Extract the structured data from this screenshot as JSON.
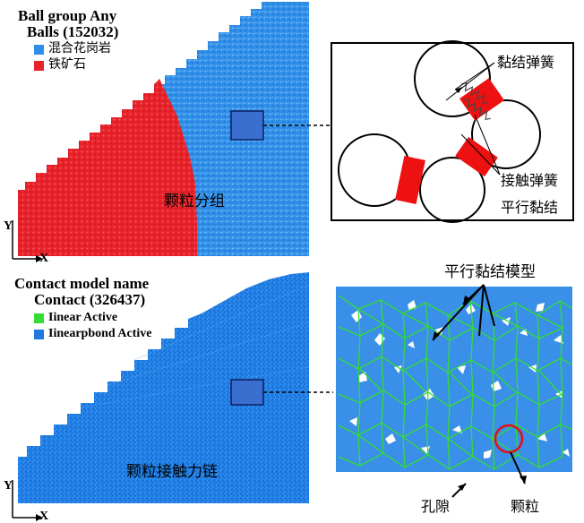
{
  "top_panel": {
    "title_line1": "Ball group Any",
    "title_line2": "Balls (152032)",
    "legend": [
      {
        "label": "混合花岗岩",
        "color": "#2f8fe8"
      },
      {
        "label": "铁矿石",
        "color": "#e8222a"
      }
    ],
    "center_label": "颗粒分组",
    "axis_y": "Y",
    "axis_x": "X"
  },
  "top_inset": {
    "labels": {
      "bond_spring": "黏结弹簧",
      "contact_spring": "接触弹簧",
      "parallel_bond": "平行黏结"
    }
  },
  "bottom_panel": {
    "title_line1": "Contact model name",
    "title_line2": "Contact (326437)",
    "legend": [
      {
        "label": "Iinear Active",
        "color": "#33dd33"
      },
      {
        "label": "Iinearpbond Active",
        "color": "#1f78e0"
      }
    ],
    "center_label": "颗粒接触力链",
    "axis_y": "Y",
    "axis_x": "X"
  },
  "bottom_inset": {
    "labels": {
      "model": "平行黏结模型",
      "pore": "孔隙",
      "particle": "颗粒"
    }
  },
  "colors": {
    "blue_particles": "#2f8fe8",
    "red_particles": "#e8222a",
    "contact_blue": "#1f78e0",
    "contact_green": "#33cc33",
    "highlight_box": "#3a6fd0",
    "bond_red": "#ee1111"
  }
}
